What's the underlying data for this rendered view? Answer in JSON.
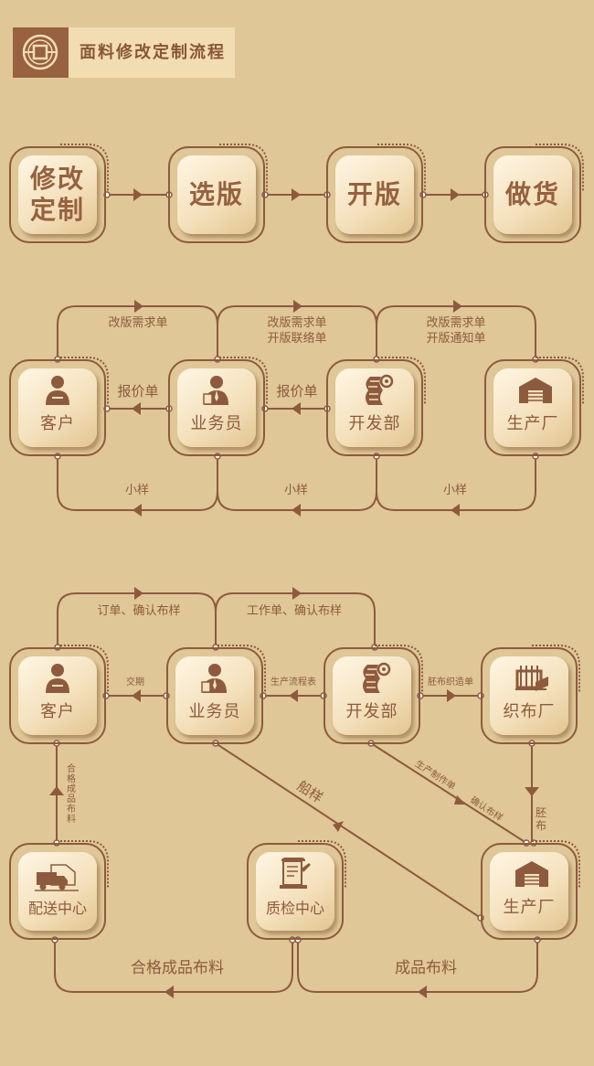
{
  "header": {
    "title": "面料修改定制流程",
    "logo_icon": "coin-icon"
  },
  "colors": {
    "background": "#dfc797",
    "accent": "#8e5a3d",
    "header_bg": "#f2ddb2",
    "logo_bg": "#98613f"
  },
  "row1": {
    "steps": [
      "修改\n定制",
      "选版",
      "开版",
      "做货"
    ]
  },
  "row2": {
    "nodes": [
      {
        "label": "客户",
        "icon": "customer-icon"
      },
      {
        "label": "业务员",
        "icon": "salesperson-icon"
      },
      {
        "label": "开发部",
        "icon": "fabric-roll-icon"
      },
      {
        "label": "生产厂",
        "icon": "factory-icon"
      }
    ],
    "top_edges": [
      "改版需求单",
      "改版需求单\n开版联络单",
      "改版需求单\n开版通知单"
    ],
    "mid_edges": [
      "报价单",
      "报价单"
    ],
    "bottom_edges": [
      "小样",
      "小样",
      "小样"
    ]
  },
  "row3": {
    "nodes": [
      {
        "label": "客户",
        "icon": "customer-icon"
      },
      {
        "label": "业务员",
        "icon": "salesperson-icon"
      },
      {
        "label": "开发部",
        "icon": "fabric-roll-icon"
      },
      {
        "label": "织布厂",
        "icon": "loom-icon"
      }
    ],
    "top_edges": [
      "订单、确认布样",
      "工作单、确认布样"
    ],
    "mid_edges": [
      "交期",
      "生产流程表",
      "胚布织造单"
    ],
    "lower_nodes": [
      {
        "label": "配送中心",
        "icon": "delivery-truck-icon"
      },
      {
        "label": "质检中心",
        "icon": "inspection-icon"
      },
      {
        "label": "生产厂",
        "icon": "factory-icon"
      }
    ],
    "diag_edges": [
      "船样",
      "生产制作单",
      "确认布样",
      "胚布",
      "合格成品布料"
    ],
    "bottom_edges": [
      "合格成品布料",
      "成品布料"
    ]
  }
}
